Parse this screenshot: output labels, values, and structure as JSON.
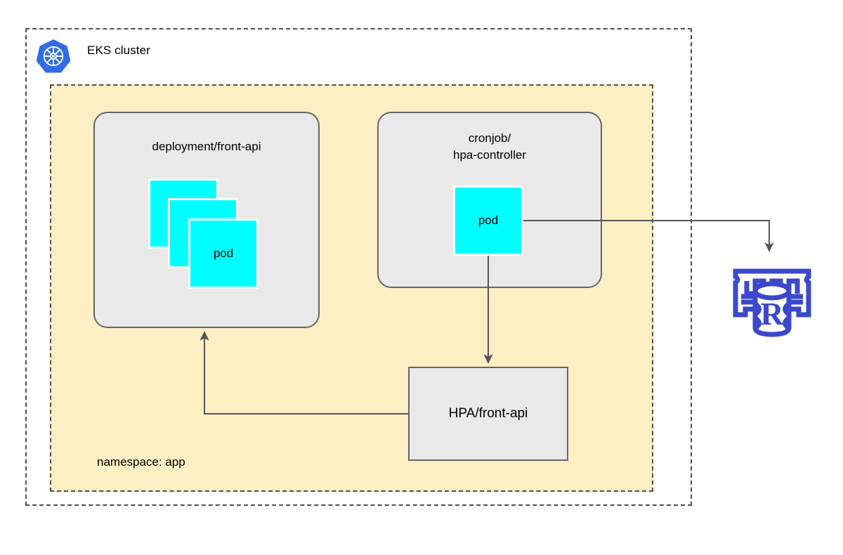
{
  "diagram": {
    "type": "architecture-diagram",
    "background": "#ffffff",
    "cluster": {
      "title": "EKS cluster",
      "icon": "kubernetes-icon",
      "border_style": "dashed",
      "border_color": "#4d4d4d"
    },
    "namespace": {
      "label": "namespace: app",
      "fill": "#fdeec3",
      "border_style": "dashed",
      "border_color": "#4d4d4d"
    },
    "groups": [
      {
        "id": "deployment",
        "title": "deployment/front-api",
        "shape": "rounded-rect",
        "fill": "#e9e9e9",
        "stroke": "#666666",
        "pods": [
          {
            "label": ""
          },
          {
            "label": ""
          },
          {
            "label": "pod"
          }
        ]
      },
      {
        "id": "cronjob",
        "title_line1": "cronjob/",
        "title_line2": "hpa-controller",
        "shape": "rounded-rect",
        "fill": "#e9e9e9",
        "stroke": "#666666",
        "pods": [
          {
            "label": "pod"
          }
        ]
      }
    ],
    "nodes": [
      {
        "id": "hpa",
        "label": "HPA/front-api",
        "shape": "rect",
        "fill": "#e9e9e9",
        "stroke": "#666666"
      },
      {
        "id": "database",
        "icon": "aws-rds-icon",
        "glyph_letter": "R",
        "color": "#3b48cc"
      }
    ],
    "edges": [
      {
        "from": "cronjob-pod",
        "to": "database",
        "direction": "right-then-down"
      },
      {
        "from": "cronjob-pod",
        "to": "hpa",
        "direction": "down"
      },
      {
        "from": "hpa",
        "to": "deployment",
        "direction": "left-then-up"
      }
    ],
    "colors": {
      "pod_fill": "#00ffff",
      "pod_border": "#ffffff",
      "box_fill": "#e9e9e9",
      "box_stroke": "#666666",
      "namespace_fill": "#fdeec3",
      "dash_stroke": "#4d4d4d",
      "edge_stroke": "#555555",
      "k8s_blue": "#326ce5",
      "aws_blue": "#3b48cc"
    }
  }
}
